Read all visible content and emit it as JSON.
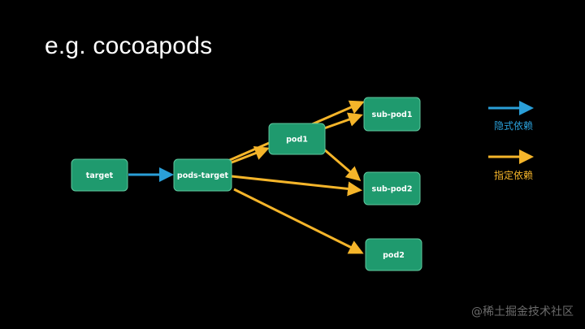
{
  "title": "e.g. cocoapods",
  "colors": {
    "background": "#000000",
    "node_fill": "#1f9a6e",
    "node_stroke": "#5fc79d",
    "implicit": "#2a9fd8",
    "explicit": "#f5b52a"
  },
  "nodes": [
    {
      "id": "target",
      "label": "target"
    },
    {
      "id": "pods_target",
      "label": "pods-target"
    },
    {
      "id": "pod1",
      "label": "pod1"
    },
    {
      "id": "sub_pod1",
      "label": "sub-pod1"
    },
    {
      "id": "sub_pod2",
      "label": "sub-pod2"
    },
    {
      "id": "pod2",
      "label": "pod2"
    }
  ],
  "edges": [
    {
      "from": "target",
      "to": "pods_target",
      "kind": "implicit"
    },
    {
      "from": "pods_target",
      "to": "pod1",
      "kind": "explicit"
    },
    {
      "from": "pods_target",
      "to": "sub_pod1",
      "kind": "explicit"
    },
    {
      "from": "pods_target",
      "to": "sub_pod2",
      "kind": "explicit"
    },
    {
      "from": "pods_target",
      "to": "pod2",
      "kind": "explicit"
    },
    {
      "from": "pod1",
      "to": "sub_pod1",
      "kind": "explicit"
    },
    {
      "from": "pod1",
      "to": "sub_pod2",
      "kind": "explicit"
    }
  ],
  "legend": {
    "implicit_label": "隐式依赖",
    "explicit_label": "指定依赖"
  },
  "watermark": "@稀土掘金技术社区"
}
